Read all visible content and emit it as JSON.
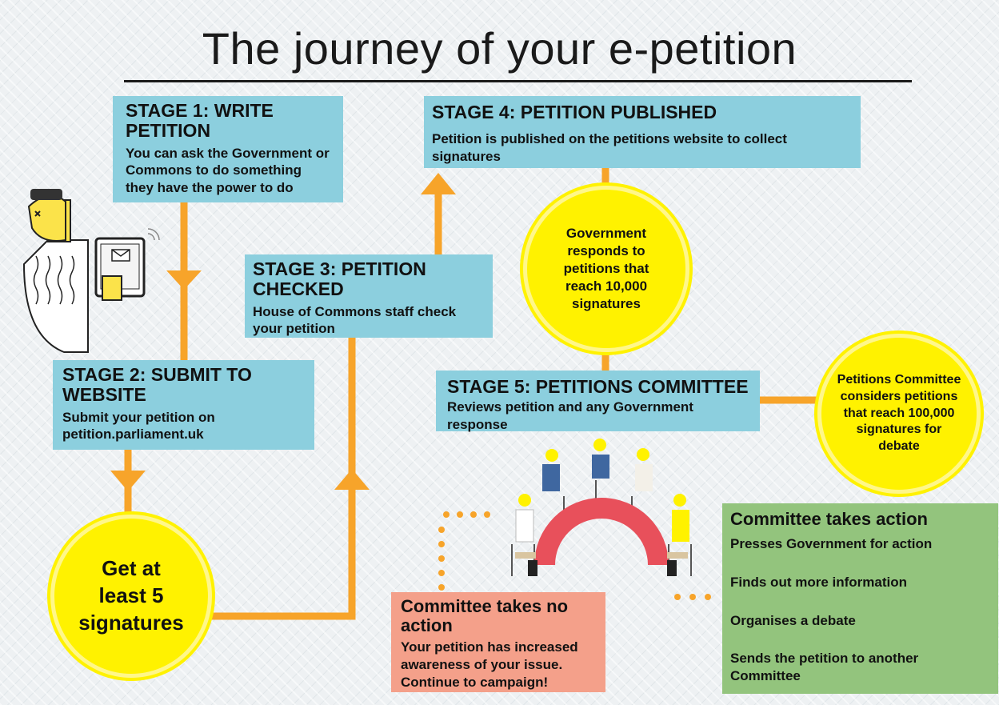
{
  "title": "The journey of your e-petition",
  "stage1": {
    "heading": "STAGE 1: WRITE PETITION",
    "text": "You can ask the Government or Commons to do something they have the power to do"
  },
  "stage2": {
    "heading": "STAGE 2: SUBMIT TO WEBSITE",
    "text": "Submit your petition on petition.parliament.uk"
  },
  "stage3": {
    "heading": "STAGE 3: PETITION CHECKED",
    "text": "House of Commons staff check your petition"
  },
  "stage4": {
    "heading": "STAGE 4: PETITION PUBLISHED",
    "text": "Petition is published on the petitions website to collect signatures"
  },
  "stage5": {
    "heading": "STAGE 5: PETITIONS COMMITTEE",
    "text": "Reviews petition and any Government response"
  },
  "circle_signatures": "Get at least 5 signatures",
  "circle_government": "Government responds to petitions that reach 10,000 signatures",
  "circle_committee": "Petitions Committee considers petitions that reach 100,000 signatures for debate",
  "no_action": {
    "heading": "Committee takes no action",
    "text": "Your petition has increased awareness of your issue. Continue to campaign!"
  },
  "action": {
    "heading": "Committee takes action",
    "items": [
      "Presses Government for action",
      "Finds out more information",
      "Organises a debate",
      "Sends the petition to another Committee"
    ]
  },
  "colors": {
    "arrow": "#f7a42a",
    "blue_box": "#8ccfde",
    "circle": "#fff200",
    "no_action_box": "#f4a08a",
    "action_box": "#93c47d",
    "table": "#e8505b"
  }
}
